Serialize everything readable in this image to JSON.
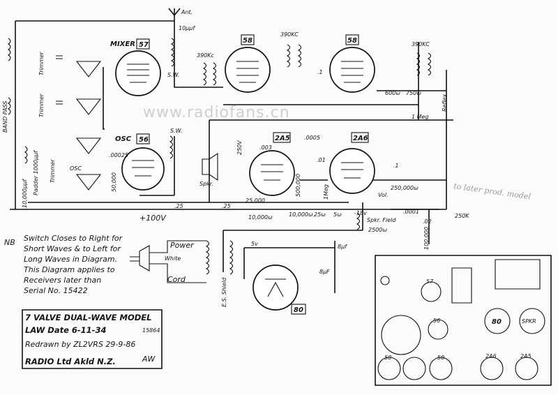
{
  "antenna": {
    "label": "Ant.",
    "coupling": "10μμf"
  },
  "band_pass": "BAND PASS",
  "trimmers": [
    "Trimmer",
    "Trimmer",
    "Trimmer"
  ],
  "tubes": {
    "mixer": {
      "label": "MIXER",
      "type": "57"
    },
    "osc": {
      "label": "OSC",
      "type": "56"
    },
    "if1": {
      "type": "58"
    },
    "if2": {
      "type": "58"
    },
    "det": {
      "type": "2A5"
    },
    "out": {
      "type": "2A6"
    },
    "rect": {
      "type": "80"
    }
  },
  "if_freq": [
    "390Kc",
    "390KC",
    "390KC"
  ],
  "labels": {
    "sw1": "S.W.",
    "sw2": "S.W.",
    "osc_coil": "OSC",
    "c_00025": ".00025",
    "r_50000": "50,000",
    "c_10000": "10,000μμf",
    "padder": "Padder 1000μμf",
    "c_1": ".1",
    "r_600": "600ω",
    "r_750": "750ω",
    "r_1meg": "1 Meg",
    "reflex": "Reflex",
    "v250": "250V",
    "c_003": ".003",
    "c_0005": ".0005",
    "c_01": ".01",
    "r_500000": "500,000",
    "r_1meg2": "1Meg",
    "c_1b": ".1",
    "r_250000": "250,000ω",
    "vol": "Vol.",
    "c_0001": ".0001",
    "r_25000": "25,000",
    "r_10000a": "10,000ω",
    "r_10000b": "10,000ω",
    "r_25w": "25ω",
    "r_5w": "5ω",
    "v_neg18": "-18v",
    "c_25a": ".25",
    "c_25b": ".25",
    "c_02": ".02",
    "r_100000": "100,000",
    "r_250k": "250K",
    "spkr": "Spkr.",
    "v100": "+100V",
    "field_title": "Spkr. Field",
    "field_r": "2500ω",
    "c_8a": "8μf",
    "c_8b": "8μF",
    "v5": "5v",
    "es_shield": "E.S. Shield"
  },
  "power": {
    "title": "Power",
    "wire": "White",
    "cord": "Cord"
  },
  "note": {
    "prefix": "NB",
    "lines": [
      "Switch Closes to Right for",
      "Short Waves & to Left for",
      "Long Waves in Diagram.",
      "This Diagram applies to",
      "Receivers later than",
      "Serial No. 15422"
    ]
  },
  "title_block": {
    "line1": "7 VALVE DUAL-WAVE MODEL",
    "line2": "LAW  Date 6-11-34",
    "code": "15864",
    "line3": "Redrawn by ZL2VRS 29-9-86",
    "line4": "RADIO Ltd Akld N.Z.",
    "initials": "AW"
  },
  "chassis": {
    "sockets": [
      "57",
      "56",
      "80",
      "SPKR",
      "58",
      "58",
      "2A6",
      "2A5"
    ]
  },
  "pencil_note": "to later prod. model",
  "watermark": "www.radiofans.cn"
}
